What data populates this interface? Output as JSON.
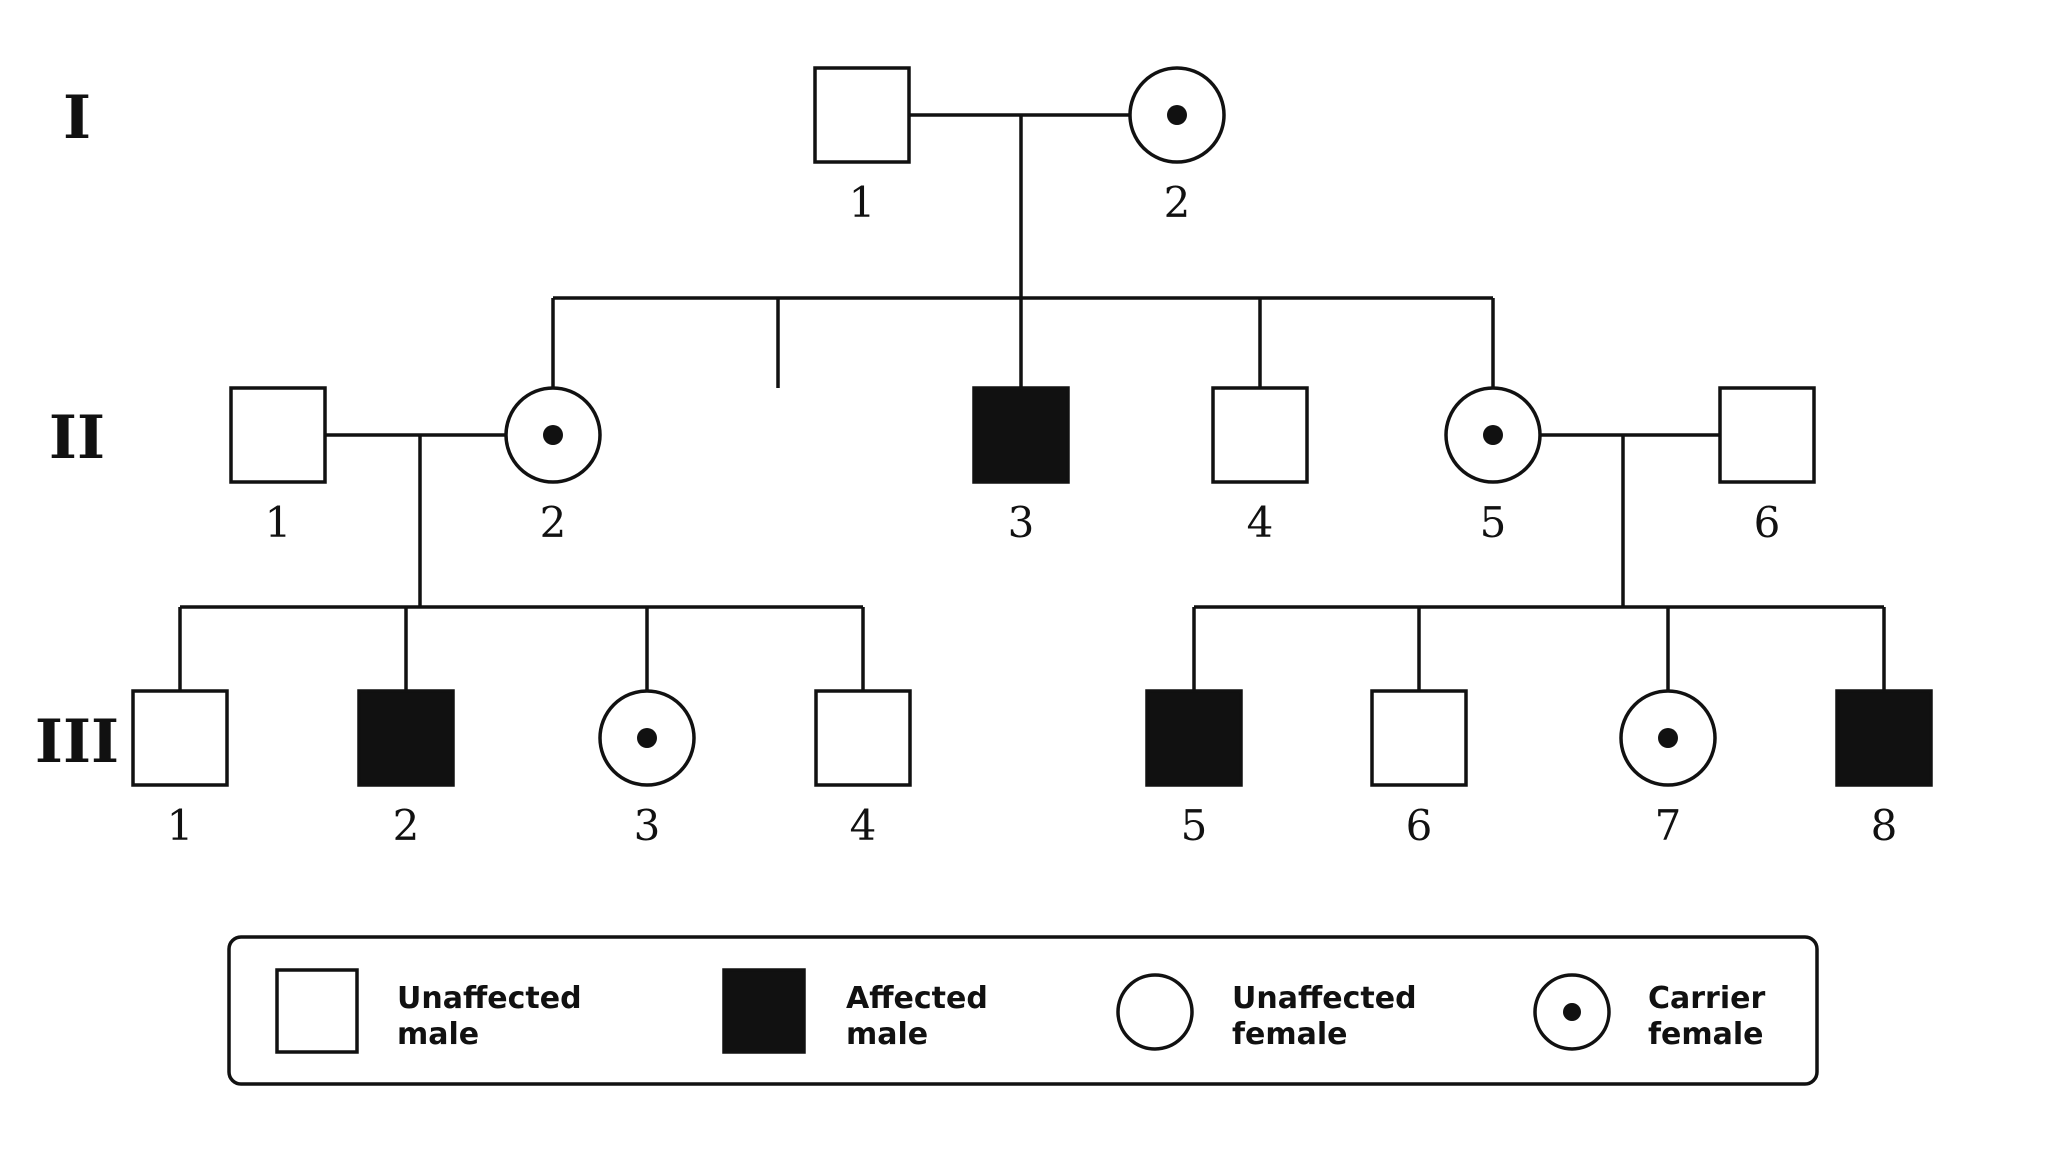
{
  "generations": [
    {
      "id": "I",
      "label": "I"
    },
    {
      "id": "II",
      "label": "II"
    },
    {
      "id": "III",
      "label": "III"
    }
  ],
  "individuals": [
    {
      "id": "I-1",
      "generation": "I",
      "number": "1",
      "sex": "male",
      "status": "unaffected"
    },
    {
      "id": "I-2",
      "generation": "I",
      "number": "2",
      "sex": "female",
      "status": "carrier"
    },
    {
      "id": "II-1",
      "generation": "II",
      "number": "1",
      "sex": "male",
      "status": "unaffected"
    },
    {
      "id": "II-2",
      "generation": "II",
      "number": "2",
      "sex": "female",
      "status": "carrier"
    },
    {
      "id": "II-3",
      "generation": "II",
      "number": "3",
      "sex": "male",
      "status": "affected"
    },
    {
      "id": "II-4",
      "generation": "II",
      "number": "4",
      "sex": "male",
      "status": "unaffected"
    },
    {
      "id": "II-5",
      "generation": "II",
      "number": "5",
      "sex": "female",
      "status": "carrier"
    },
    {
      "id": "II-6",
      "generation": "II",
      "number": "6",
      "sex": "male",
      "status": "unaffected"
    },
    {
      "id": "III-1",
      "generation": "III",
      "number": "1",
      "sex": "male",
      "status": "unaffected"
    },
    {
      "id": "III-2",
      "generation": "III",
      "number": "2",
      "sex": "male",
      "status": "affected"
    },
    {
      "id": "III-3",
      "generation": "III",
      "number": "3",
      "sex": "female",
      "status": "carrier"
    },
    {
      "id": "III-4",
      "generation": "III",
      "number": "4",
      "sex": "male",
      "status": "unaffected"
    },
    {
      "id": "III-5",
      "generation": "III",
      "number": "5",
      "sex": "male",
      "status": "affected"
    },
    {
      "id": "III-6",
      "generation": "III",
      "number": "6",
      "sex": "male",
      "status": "unaffected"
    },
    {
      "id": "III-7",
      "generation": "III",
      "number": "7",
      "sex": "female",
      "status": "carrier"
    },
    {
      "id": "III-8",
      "generation": "III",
      "number": "8",
      "sex": "male",
      "status": "affected"
    }
  ],
  "matings": [
    {
      "id": "m1",
      "partners": [
        "I-1",
        "I-2"
      ],
      "children": [
        "II-2",
        "II-3",
        "II-4",
        "II-5"
      ]
    },
    {
      "id": "m2",
      "partners": [
        "II-1",
        "II-2"
      ],
      "children": [
        "III-1",
        "III-2",
        "III-3",
        "III-4"
      ]
    },
    {
      "id": "m3",
      "partners": [
        "II-5",
        "II-6"
      ],
      "children": [
        "III-5",
        "III-6",
        "III-7",
        "III-8"
      ]
    }
  ],
  "legend": [
    {
      "key": "unaffected-male",
      "symbol": "square-open",
      "line1": "Unaffected",
      "line2": "male"
    },
    {
      "key": "affected-male",
      "symbol": "square-filled",
      "line1": "Affected",
      "line2": "male"
    },
    {
      "key": "unaffected-female",
      "symbol": "circle-open",
      "line1": "Unaffected",
      "line2": "female"
    },
    {
      "key": "carrier-female",
      "symbol": "circle-dot",
      "line1": "Carrier",
      "line2": "female"
    }
  ],
  "colors": {
    "ink": "#111111",
    "background": "#ffffff"
  }
}
